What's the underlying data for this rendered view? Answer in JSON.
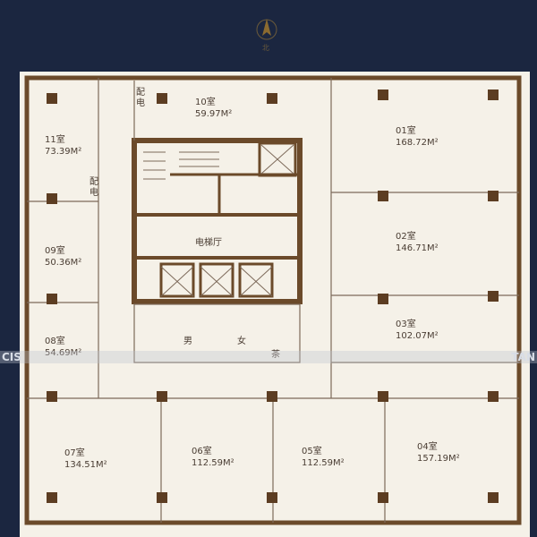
{
  "compass": {
    "label": "北"
  },
  "rooms": [
    {
      "id": "01",
      "name": "01室",
      "area": "168.72M²"
    },
    {
      "id": "02",
      "name": "02室",
      "area": "146.71M²"
    },
    {
      "id": "03",
      "name": "03室",
      "area": "102.07M²"
    },
    {
      "id": "04",
      "name": "04室",
      "area": "157.19M²"
    },
    {
      "id": "05",
      "name": "05室",
      "area": "112.59M²"
    },
    {
      "id": "06",
      "name": "06室",
      "area": "112.59M²"
    },
    {
      "id": "07",
      "name": "07室",
      "area": "134.51M²"
    },
    {
      "id": "08",
      "name": "08室",
      "area": "54.69M²"
    },
    {
      "id": "09",
      "name": "09室",
      "area": "50.36M²"
    },
    {
      "id": "10",
      "name": "10室",
      "area": "59.97M²"
    },
    {
      "id": "11",
      "name": "11室",
      "area": "73.39M²"
    }
  ],
  "core": {
    "elevator_hall": "电梯厅",
    "mens_room": "男",
    "womens_room": "女",
    "tea_room": "茶",
    "power_room_1": "配电",
    "power_room_2": "配电"
  },
  "watermark": {
    "left": "CIS",
    "right": "TAN"
  },
  "colors": {
    "background": "#1b2640",
    "paper": "#f5f1e8",
    "wall": "#6b4a2a"
  }
}
